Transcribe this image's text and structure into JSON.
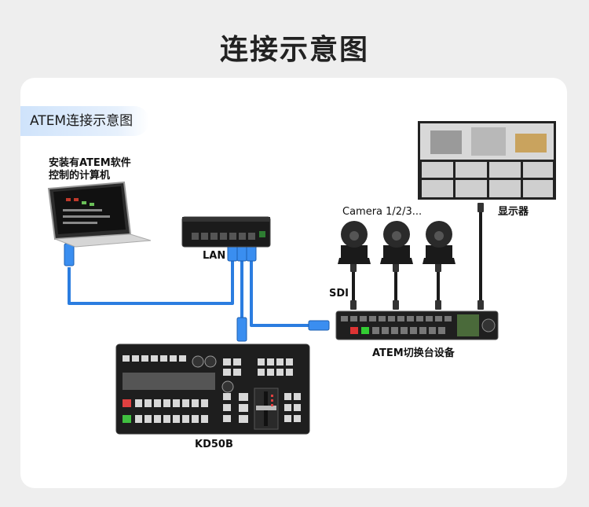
{
  "title": "连接示意图",
  "section_tag": "ATEM连接示意图",
  "labels": {
    "computer_line1": "安装有ATEM软件",
    "computer_line2": "控制的计算机",
    "lan": "LAN",
    "cameras": "Camera 1/2/3...",
    "monitor": "显示器",
    "sdi": "SDI",
    "switcher": "ATEM切换台设备",
    "panel": "KD50B"
  },
  "colors": {
    "background": "#eeeeee",
    "card": "#ffffff",
    "ethernet_cable": "#2b7de0",
    "sdi_cable": "#1a1a1a",
    "device_dark": "#1f1f1f"
  }
}
